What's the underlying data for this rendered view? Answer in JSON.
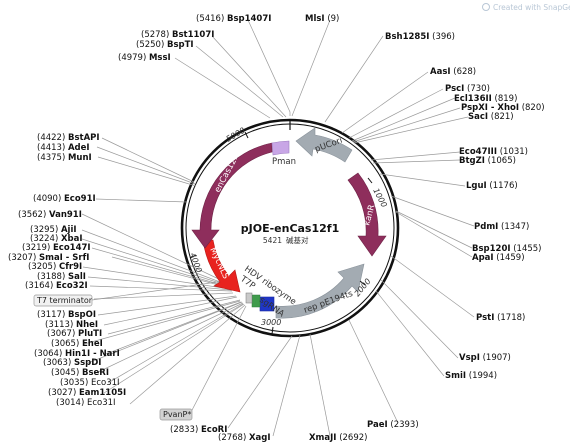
{
  "watermark": "Created with SnapGene®",
  "plasmid": {
    "name": "pJOE-enCas12f1",
    "size": "5421",
    "size_suffix": "碱基对"
  },
  "ticks": [
    "1000",
    "2000",
    "3000",
    "4000",
    "5000"
  ],
  "features": {
    "pucori": "pUCori",
    "kanr": "kanR",
    "rep": "rep pE194ts",
    "sgrna": "sgRNA",
    "hdv": "HDV ribozyme",
    "t7p": "T7P",
    "mycnls": "MycNLS",
    "encas": "enCas12f",
    "pman": "Pman"
  },
  "boxed": {
    "t7term": "T7 terminator",
    "pvanp": "PvanP*"
  },
  "sites": [
    {
      "id": "bsp1407i",
      "name": "Bsp1407I",
      "pos": "(5416)"
    },
    {
      "id": "msli",
      "name": "MlsI",
      "pos": "(9)"
    },
    {
      "id": "bst1107i",
      "name": "Bst1107I",
      "pos": "(5278)"
    },
    {
      "id": "bspti",
      "name": "BspTI",
      "pos": "(5250)"
    },
    {
      "id": "mssi",
      "name": "MssI",
      "pos": "(4979)"
    },
    {
      "id": "bsh1285i",
      "name": "Bsh1285I",
      "pos": "(396)"
    },
    {
      "id": "aasi",
      "name": "AasI",
      "pos": "(628)"
    },
    {
      "id": "psci",
      "name": "PscI",
      "pos": "(730)"
    },
    {
      "id": "ecl136ii",
      "name": "Ecl136II",
      "pos": "(819)"
    },
    {
      "id": "pspxi",
      "name": "PspXI - XhoI",
      "pos": "(820)"
    },
    {
      "id": "saci",
      "name": "SacI",
      "pos": "(821)"
    },
    {
      "id": "eco47iii",
      "name": "Eco47III",
      "pos": "(1031)"
    },
    {
      "id": "btgzi",
      "name": "BtgZI",
      "pos": "(1065)"
    },
    {
      "id": "lgui",
      "name": "LguI",
      "pos": "(1176)"
    },
    {
      "id": "pdmi",
      "name": "PdmI",
      "pos": "(1347)"
    },
    {
      "id": "bsp120i",
      "name": "Bsp120I",
      "pos": "(1455)"
    },
    {
      "id": "apai",
      "name": "ApaI",
      "pos": "(1459)"
    },
    {
      "id": "psti",
      "name": "PstI",
      "pos": "(1718)"
    },
    {
      "id": "vspi",
      "name": "VspI",
      "pos": "(1907)"
    },
    {
      "id": "smii",
      "name": "SmiI",
      "pos": "(1994)"
    },
    {
      "id": "paei",
      "name": "PaeI",
      "pos": "(2393)"
    },
    {
      "id": "xmaji",
      "name": "XmaJI",
      "pos": "(2692)"
    },
    {
      "id": "xagi",
      "name": "XagI",
      "pos": "(2768)"
    },
    {
      "id": "ecori",
      "name": "EcoRI",
      "pos": "(2833)"
    },
    {
      "id": "bstapi",
      "name": "BstAPI",
      "pos": "(4422)"
    },
    {
      "id": "adei",
      "name": "AdeI",
      "pos": "(4413)"
    },
    {
      "id": "muni",
      "name": "MunI",
      "pos": "(4375)"
    },
    {
      "id": "eco91i",
      "name": "Eco91I",
      "pos": "(4090)"
    },
    {
      "id": "van91i",
      "name": "Van91I",
      "pos": "(3562)"
    },
    {
      "id": "ajii",
      "name": "AjiI",
      "pos": "(3295)"
    },
    {
      "id": "xbai",
      "name": "XbaI",
      "pos": "(3224)"
    },
    {
      "id": "eco147i",
      "name": "Eco147I",
      "pos": "(3219)"
    },
    {
      "id": "smai",
      "name": "SmaI - SrfI",
      "pos": "(3207)"
    },
    {
      "id": "cfr9i",
      "name": "Cfr9I",
      "pos": "(3205)"
    },
    {
      "id": "sali",
      "name": "SalI",
      "pos": "(3188)"
    },
    {
      "id": "eco32i",
      "name": "Eco32I",
      "pos": "(3164)"
    },
    {
      "id": "bspoi",
      "name": "BspOI",
      "pos": "(3117)"
    },
    {
      "id": "nhei",
      "name": "NheI",
      "pos": "(3113)"
    },
    {
      "id": "plutI",
      "name": "PluTI",
      "pos": "(3067)"
    },
    {
      "id": "ehei",
      "name": "EheI",
      "pos": "(3065)"
    },
    {
      "id": "hin1i",
      "name": "Hin1I - NarI",
      "pos": "(3064)"
    },
    {
      "id": "sspdi",
      "name": "SspDI",
      "pos": "(3063)"
    },
    {
      "id": "bseri",
      "name": "BseRI",
      "pos": "(3045)"
    },
    {
      "id": "eco31i_a",
      "name": "Eco31I",
      "pos": "(3035)"
    },
    {
      "id": "eam1105i",
      "name": "Eam1105I",
      "pos": "(3027)"
    },
    {
      "id": "eco31i_b",
      "name": "Eco31I",
      "pos": "(3014)"
    }
  ]
}
